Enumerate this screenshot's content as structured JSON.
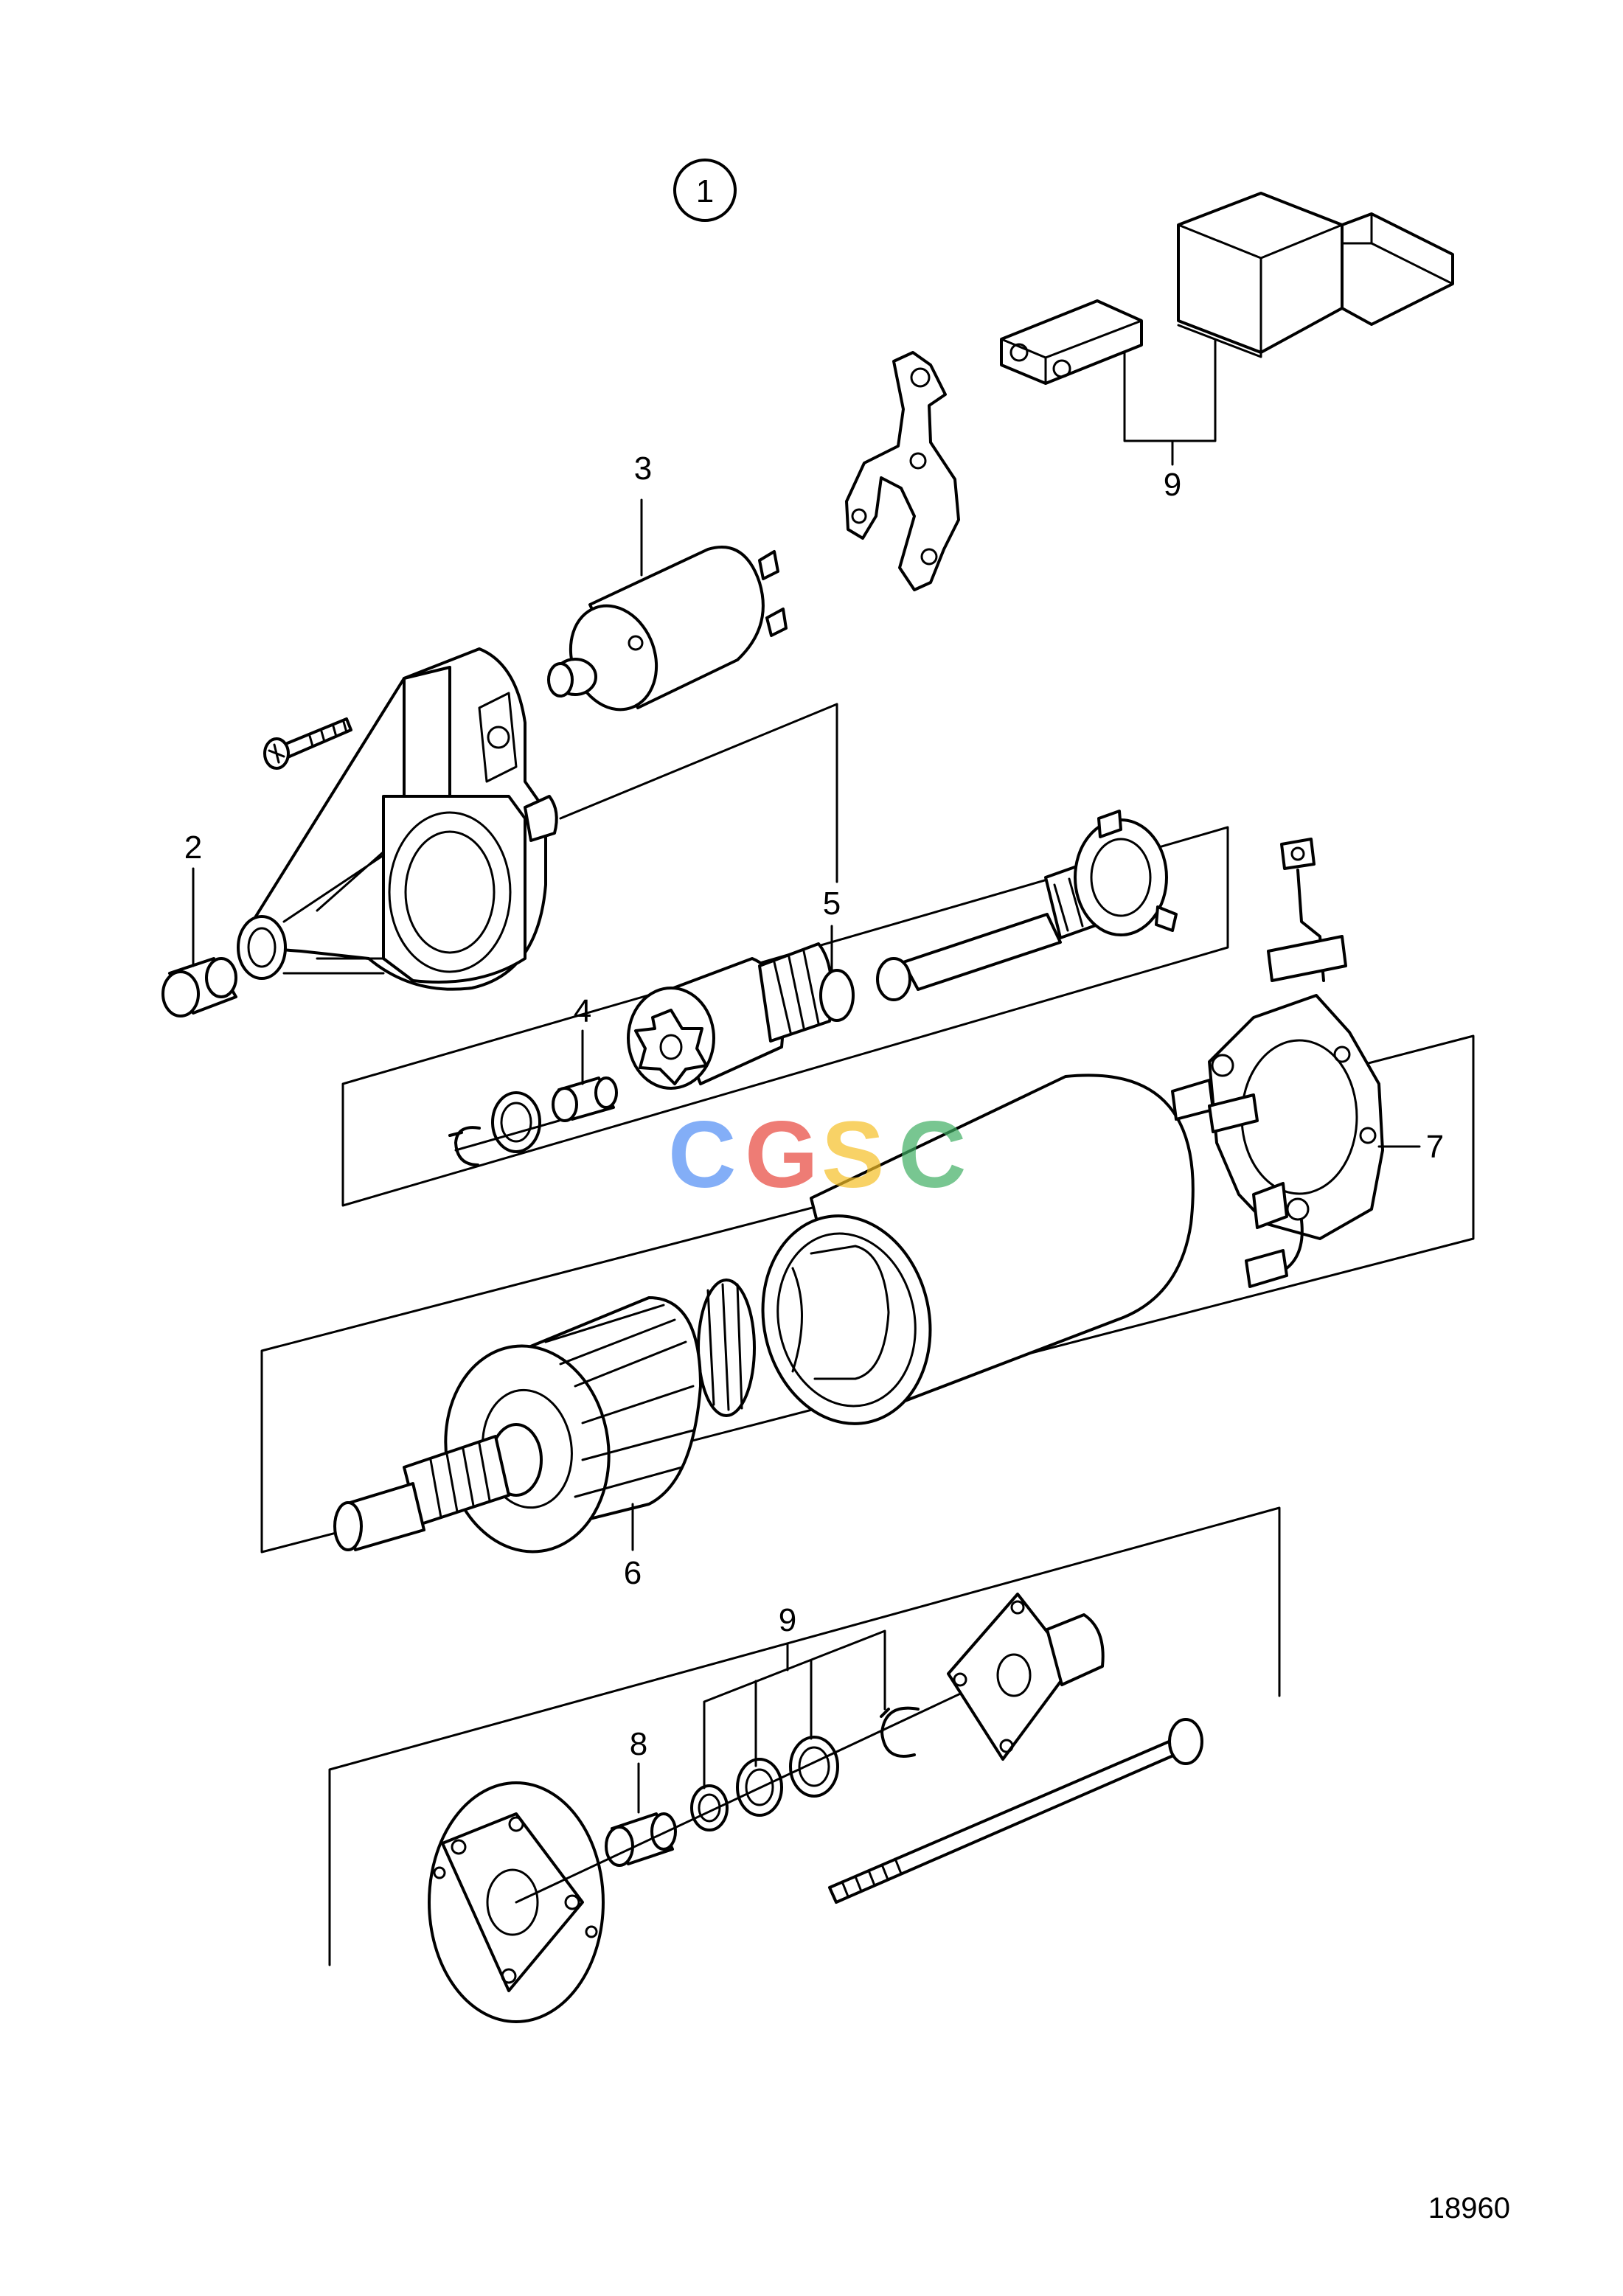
{
  "diagram": {
    "callout_main": "1",
    "labels": {
      "p2": "2",
      "p3": "3",
      "p4": "4",
      "p5": "5",
      "p6": "6",
      "p7": "7",
      "p8": "8",
      "p9_top": "9",
      "p9_bottom": "9"
    },
    "figure_number": "18960"
  },
  "watermark": {
    "letters": [
      "C",
      "G",
      "S",
      "C"
    ],
    "colors": [
      "#4f8df5",
      "#e8453c",
      "#f6bf26",
      "#3fae63"
    ]
  }
}
